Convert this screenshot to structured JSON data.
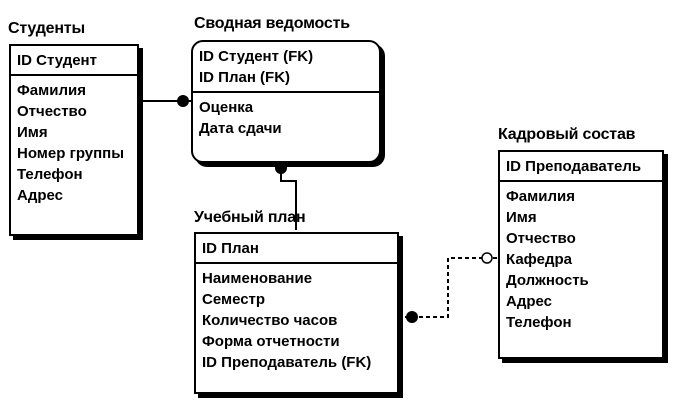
{
  "entities": {
    "students": {
      "title": "Студенты",
      "keys": [
        "ID Студент"
      ],
      "attributes": [
        "Фамилия",
        "Отчество",
        "Имя",
        "Номер группы",
        "Телефон",
        "Адрес"
      ]
    },
    "summary": {
      "title": "Сводная ведомость",
      "keys": [
        "ID Студент (FK)",
        "ID План (FK)"
      ],
      "attributes": [
        "Оценка",
        "Дата сдачи"
      ]
    },
    "plan": {
      "title": "Учебный план",
      "keys": [
        "ID План"
      ],
      "attributes": [
        "Наименование",
        "Семестр",
        "Количество часов",
        "Форма отчетности",
        "ID Преподаватель (FK)"
      ]
    },
    "staff": {
      "title": "Кадровый состав",
      "keys": [
        "ID Преподаватель"
      ],
      "attributes": [
        "Фамилия",
        "Имя",
        "Отчество",
        "Кафедра",
        "Должность",
        "Адрес",
        "Телефон"
      ]
    }
  },
  "colors": {
    "line": "#000000",
    "background": "#ffffff"
  }
}
